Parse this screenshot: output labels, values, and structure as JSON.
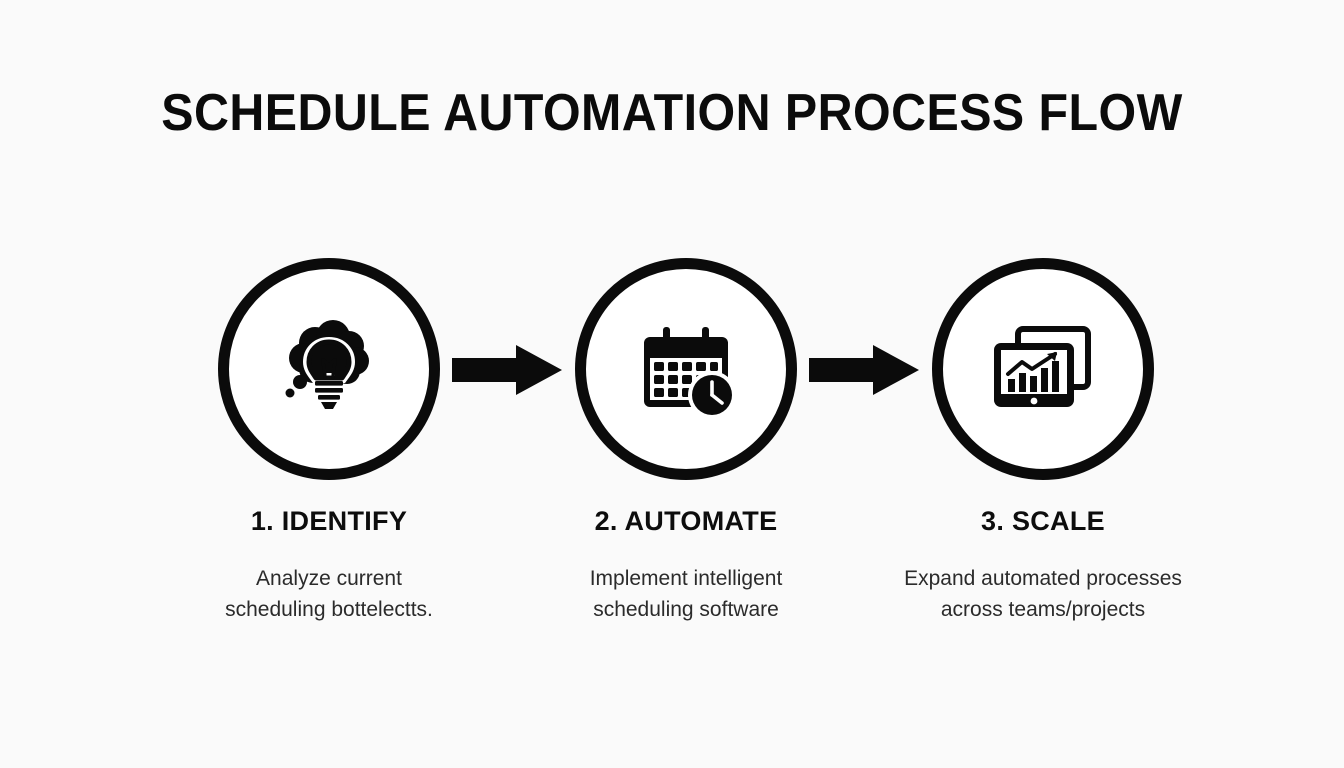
{
  "slide": {
    "title": "SCHEDULE AUTOMATION PROCESS FLOW",
    "background_color": "#fafafa",
    "ink_color": "#0b0b0b",
    "text_color": "#2b2b2b"
  },
  "steps": [
    {
      "title": "1. IDENTIFY",
      "desc_line1": "Analyze current",
      "desc_line2": "scheduling bottelectts.",
      "icon": "lightbulb-thought-icon"
    },
    {
      "title": "2. AUTOMATE",
      "desc_line1": "Implement intelligent",
      "desc_line2": "scheduling software",
      "icon": "calendar-clock-icon"
    },
    {
      "title": "3. SCALE",
      "desc_line1": "Expand automated processes",
      "desc_line2": "across teams/projects",
      "icon": "tablet-growth-chart-icon"
    }
  ],
  "connectors": [
    {
      "name": "arrow-step1-to-step2",
      "direction": "right"
    },
    {
      "name": "arrow-step2-to-step3",
      "direction": "right"
    }
  ]
}
